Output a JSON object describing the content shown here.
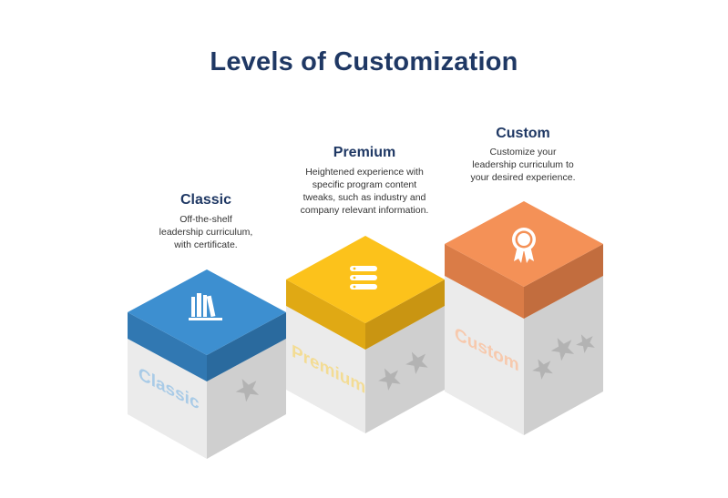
{
  "title": "Levels of Customization",
  "colors": {
    "title": "#1f3864",
    "classic": "#3d8fd0",
    "premium": "#fcc21b",
    "custom": "#f49157",
    "cube_left": "#ebebeb",
    "cube_right": "#cfcfcf",
    "star": "#b3b3b3"
  },
  "levels": [
    {
      "name": "Classic",
      "description": [
        "Off-the-shelf",
        "leadership curriculum,",
        "with certificate."
      ],
      "cube_label": "Classic",
      "icon": "books-icon",
      "stars": 1
    },
    {
      "name": "Premium",
      "description": [
        "Heightened experience with",
        "specific program content",
        "tweaks, such as industry and",
        "company relevant information."
      ],
      "cube_label": "Premium",
      "icon": "server-stack-icon",
      "stars": 2
    },
    {
      "name": "Custom",
      "description": [
        "Customize your",
        "leadership curriculum to",
        "your desired experience."
      ],
      "cube_label": "Custom",
      "icon": "award-ribbon-icon",
      "stars": 3
    }
  ]
}
